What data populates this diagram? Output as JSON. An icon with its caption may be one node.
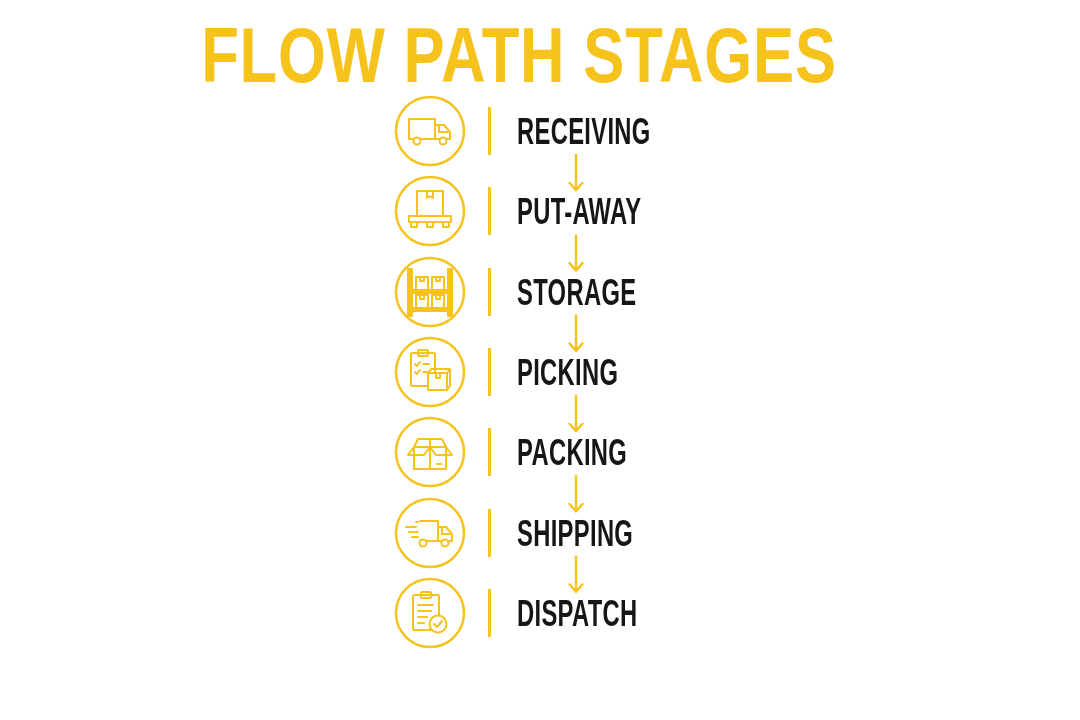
{
  "diagram": {
    "title": "FLOW PATH STAGES",
    "nodes": [
      {
        "text": [
          "RECEIVING"
        ]
      },
      {
        "text": [
          "PUT-AWAY"
        ]
      },
      {
        "text": [
          "STORAGE"
        ]
      },
      {
        "text": [
          "PICKING"
        ]
      },
      {
        "text": [
          "PACKING"
        ]
      },
      {
        "text": [
          "SHIPPING"
        ]
      },
      {
        "text": [
          "DISPATCH"
        ]
      }
    ],
    "edges": [
      {
        "from": 0,
        "to": 1,
        "arrow": "to"
      },
      {
        "from": 1,
        "to": 2,
        "arrow": "to"
      },
      {
        "from": 2,
        "to": 3,
        "arrow": "to"
      },
      {
        "from": 3,
        "to": 4,
        "arrow": "to"
      },
      {
        "from": 4,
        "to": 5,
        "arrow": "to"
      },
      {
        "from": 5,
        "to": 6,
        "arrow": "to"
      }
    ]
  }
}
